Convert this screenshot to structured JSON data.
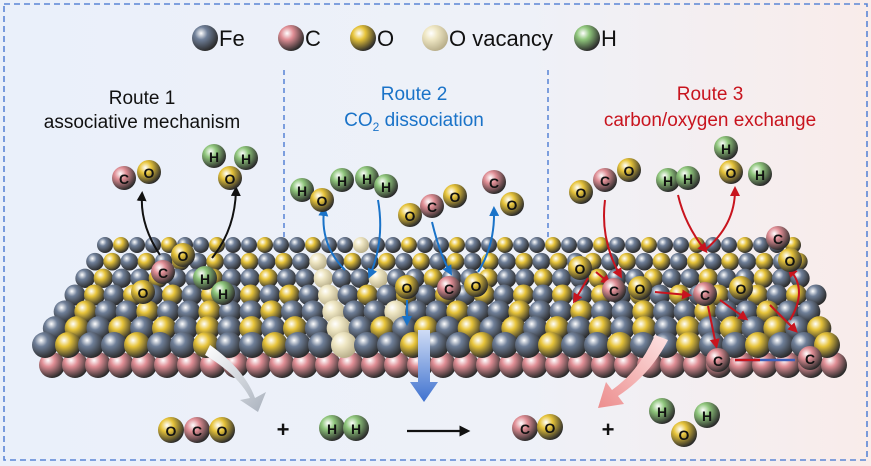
{
  "legend": [
    {
      "label": "Fe",
      "element": "Fe"
    },
    {
      "label": "C",
      "element": "C"
    },
    {
      "label": "O",
      "element": "O"
    },
    {
      "label": "O vacancy",
      "element": "V"
    },
    {
      "label": "H",
      "element": "H"
    }
  ],
  "routes": [
    {
      "title": "Route 1",
      "subtitle": "associative mechanism",
      "color": "#111111"
    },
    {
      "title": "Route 2",
      "subtitle_main": "CO",
      "subtitle_sub": "2",
      "subtitle_rest": " dissociation",
      "color": "#1a73c8"
    },
    {
      "title": "Route 3",
      "subtitle": "carbon/oxygen exchange",
      "color": "#c8141e"
    }
  ],
  "colors": {
    "Fe": "#6f7f98",
    "C": "#e08e95",
    "O": "#e7c43a",
    "V": "#efe7c4",
    "H": "#8fc67c",
    "border": "#5b86d6",
    "route1_arrow": "#111111",
    "route2_arrow": "#1a73c8",
    "route3_arrow": "#c8141e"
  },
  "molecules": [
    {
      "name": "co-released-route1",
      "atoms": [
        "C",
        "O"
      ]
    },
    {
      "name": "h2o-released-route1",
      "atoms": [
        "H",
        "O",
        "H"
      ]
    },
    {
      "name": "co2-adsorbed-route1",
      "atoms": [
        "O",
        "C",
        "O"
      ]
    },
    {
      "name": "h2-adsorbed-route1",
      "atoms": [
        "H",
        "H"
      ]
    },
    {
      "name": "h2o-route2",
      "atoms": [
        "H",
        "O",
        "H"
      ]
    },
    {
      "name": "h2-route2",
      "atoms": [
        "H",
        "H"
      ]
    },
    {
      "name": "co2-route2",
      "atoms": [
        "O",
        "C",
        "O"
      ]
    },
    {
      "name": "co-released-route2",
      "atoms": [
        "C",
        "O"
      ]
    },
    {
      "name": "o-adsorbed-route2",
      "atoms": [
        "O"
      ]
    },
    {
      "name": "co-adsorbed-route2",
      "atoms": [
        "C",
        "O"
      ]
    },
    {
      "name": "co2-route3",
      "atoms": [
        "O",
        "C",
        "O"
      ]
    },
    {
      "name": "h2-route3",
      "atoms": [
        "H",
        "H"
      ]
    },
    {
      "name": "h2o-route3",
      "atoms": [
        "H",
        "O",
        "H"
      ]
    },
    {
      "name": "co-released-route3",
      "atoms": [
        "C",
        "O"
      ]
    },
    {
      "name": "o-adsorbed-route3",
      "atoms": [
        "O"
      ]
    },
    {
      "name": "co-adsorbed-route3",
      "atoms": [
        "C",
        "O"
      ]
    },
    {
      "name": "c-adsorbed-route3",
      "atoms": [
        "C"
      ]
    },
    {
      "name": "o-adsorbed2-route3",
      "atoms": [
        "O"
      ]
    },
    {
      "name": "c-lattice-route3-a",
      "atoms": [
        "C"
      ]
    },
    {
      "name": "c-lattice-route3-b",
      "atoms": [
        "C"
      ]
    }
  ],
  "equation": {
    "reactant1": [
      "O",
      "C",
      "O"
    ],
    "plus1": "+",
    "reactant2": [
      "H",
      "H"
    ],
    "product1": [
      "C",
      "O"
    ],
    "plus2": "+",
    "product2": [
      "H",
      "O",
      "H"
    ]
  }
}
